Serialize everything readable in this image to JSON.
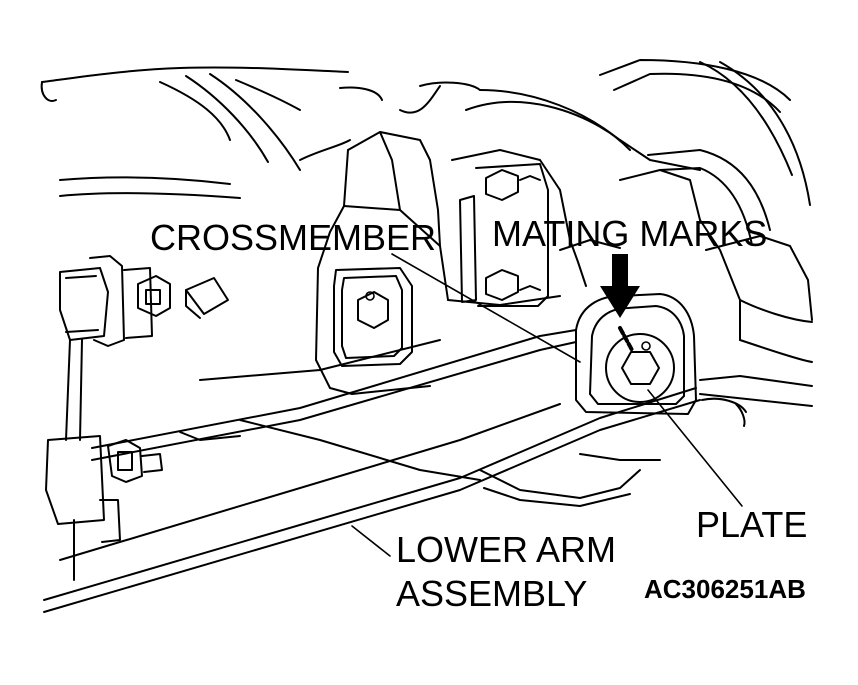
{
  "labels": {
    "crossmember": "CROSSMEMBER",
    "mating_marks": "MATING MARKS",
    "plate": "PLATE",
    "lower_arm_line1": "LOWER ARM",
    "lower_arm_line2": "ASSEMBLY"
  },
  "figure_code": "AC306251AB"
}
